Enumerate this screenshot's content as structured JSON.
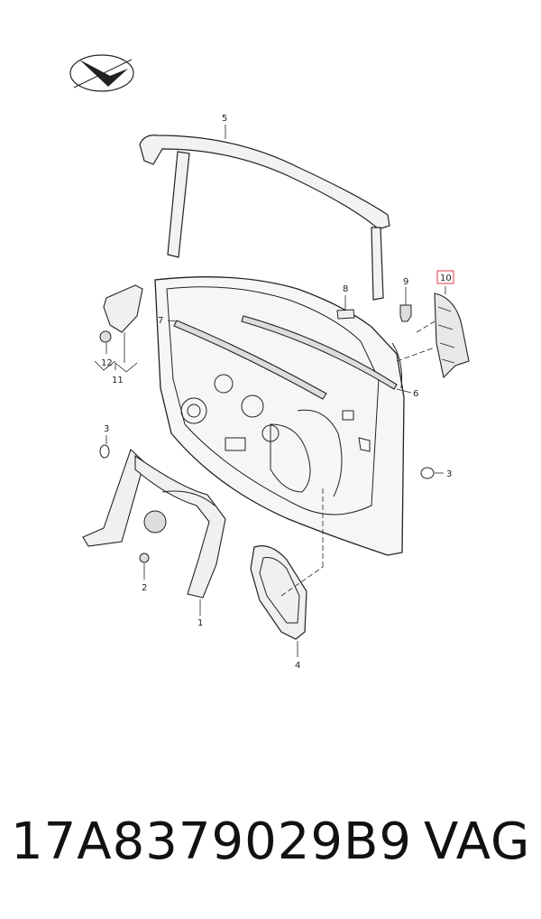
{
  "footer": {
    "part_number": "17A8379029B9",
    "brand": "VAG"
  },
  "callouts": {
    "c1": "1",
    "c2": "2",
    "c3a": "3",
    "c3b": "3",
    "c4": "4",
    "c5": "5",
    "c6": "6",
    "c7": "7",
    "c8": "8",
    "c9": "9",
    "c10": "10",
    "c11": "11",
    "c12": "12"
  },
  "colors": {
    "line": "#222222",
    "part_fill": "#f2f2f2",
    "highlight": "#e03a4a"
  },
  "icons": {
    "orientation": "direction-arrow-icon"
  }
}
